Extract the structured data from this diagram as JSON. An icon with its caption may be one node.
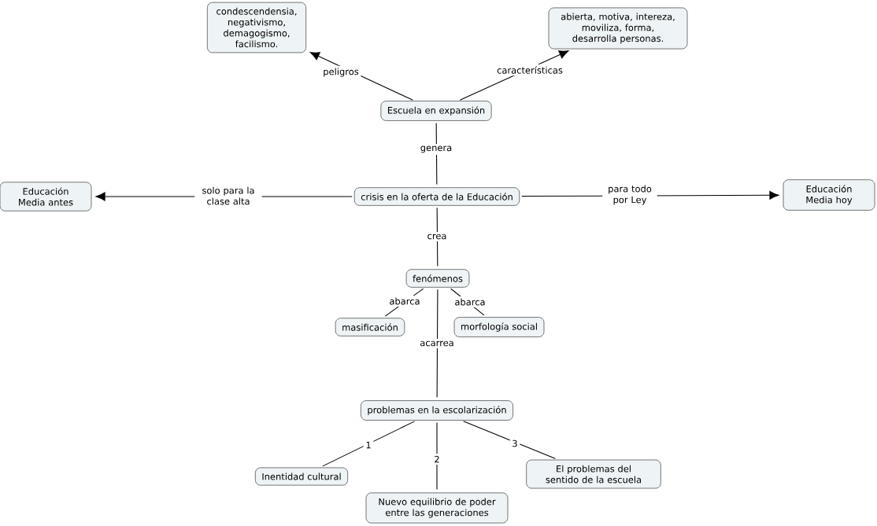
{
  "diagram": {
    "nodes": [
      {
        "text": [
          "condescendensia, negativismo, demagogismo, facilismo."
        ]
      },
      {
        "text": [
          "abierta, motiva, intereza, moviliza, forma, desarrolla personas."
        ]
      },
      {
        "text": [
          "Escuela en expansión"
        ]
      },
      {
        "text": [
          "Educación Media antes"
        ]
      },
      {
        "text": [
          "crisis en la oferta de la Educación"
        ]
      },
      {
        "text": [
          "Educación Media hoy"
        ]
      },
      {
        "text": [
          "fenómenos"
        ]
      },
      {
        "text": [
          "masificación"
        ]
      },
      {
        "text": [
          "morfología social"
        ]
      },
      {
        "text": [
          "problemas en la escolarización"
        ]
      },
      {
        "text": [
          "Inentidad cultural"
        ]
      },
      {
        "text": [
          "Nuevo equilibrio de poder entre las generaciones"
        ]
      },
      {
        "text": [
          "El problemas del sentido de la escuela"
        ]
      }
    ],
    "edges": [
      {
        "from": 2,
        "to": 0,
        "arrow": "to",
        "label": "peligros"
      },
      {
        "from": 2,
        "to": 1,
        "arrow": "to",
        "label": "características"
      },
      {
        "from": 2,
        "to": 4,
        "arrow": "none",
        "label": "genera"
      },
      {
        "from": 4,
        "to": 3,
        "arrow": "to",
        "label": "solo para la clase alta"
      },
      {
        "from": 4,
        "to": 5,
        "arrow": "to",
        "label": "para todo por Ley"
      },
      {
        "from": 4,
        "to": 6,
        "arrow": "none",
        "label": "crea"
      },
      {
        "from": 6,
        "to": 7,
        "arrow": "none",
        "label": "abarca"
      },
      {
        "from": 6,
        "to": 8,
        "arrow": "none",
        "label": "abarca"
      },
      {
        "from": 6,
        "to": 9,
        "arrow": "none",
        "label": "acarrea"
      },
      {
        "from": 9,
        "to": 10,
        "arrow": "none",
        "label": "1"
      },
      {
        "from": 9,
        "to": 11,
        "arrow": "none",
        "label": "2"
      },
      {
        "from": 9,
        "to": 12,
        "arrow": "none",
        "label": "3"
      }
    ]
  }
}
